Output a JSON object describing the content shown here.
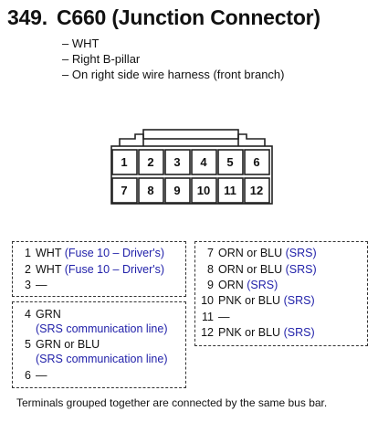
{
  "header": {
    "number": "349.",
    "title": "C660 (Junction Connector)"
  },
  "attributes": [
    "– WHT",
    "– Right B-pillar",
    "– On right side wire harness (front branch)"
  ],
  "connector": {
    "row1": [
      "1",
      "2",
      "3",
      "4",
      "5",
      "6"
    ],
    "row2": [
      "7",
      "8",
      "9",
      "10",
      "11",
      "12"
    ]
  },
  "groups": {
    "g1": [
      {
        "pin": "1",
        "wire": "WHT",
        "note": "(Fuse 10 – Driver's)"
      },
      {
        "pin": "2",
        "wire": "WHT",
        "note": "(Fuse 10 – Driver's)"
      },
      {
        "pin": "3",
        "wire": "—",
        "note": ""
      }
    ],
    "g2": [
      {
        "pin": "4",
        "wire": "GRN",
        "note": "(SRS communication line)"
      },
      {
        "pin": "5",
        "wire": "GRN or BLU",
        "note": "(SRS communication line)"
      },
      {
        "pin": "6",
        "wire": "—",
        "note": ""
      }
    ],
    "g3": [
      {
        "pin": "7",
        "wire": "ORN or BLU",
        "note": "(SRS)"
      },
      {
        "pin": "8",
        "wire": "ORN or BLU",
        "note": "(SRS)"
      },
      {
        "pin": "9",
        "wire": "ORN",
        "note": "(SRS)"
      },
      {
        "pin": "10",
        "wire": "PNK or BLU",
        "note": "(SRS)"
      },
      {
        "pin": "11",
        "wire": "—",
        "note": ""
      },
      {
        "pin": "12",
        "wire": "PNK or BLU",
        "note": "(SRS)"
      }
    ]
  },
  "footer": "Terminals grouped together are connected by the same bus bar.",
  "colors": {
    "note_blue": "#2222aa",
    "line": "#222222"
  }
}
